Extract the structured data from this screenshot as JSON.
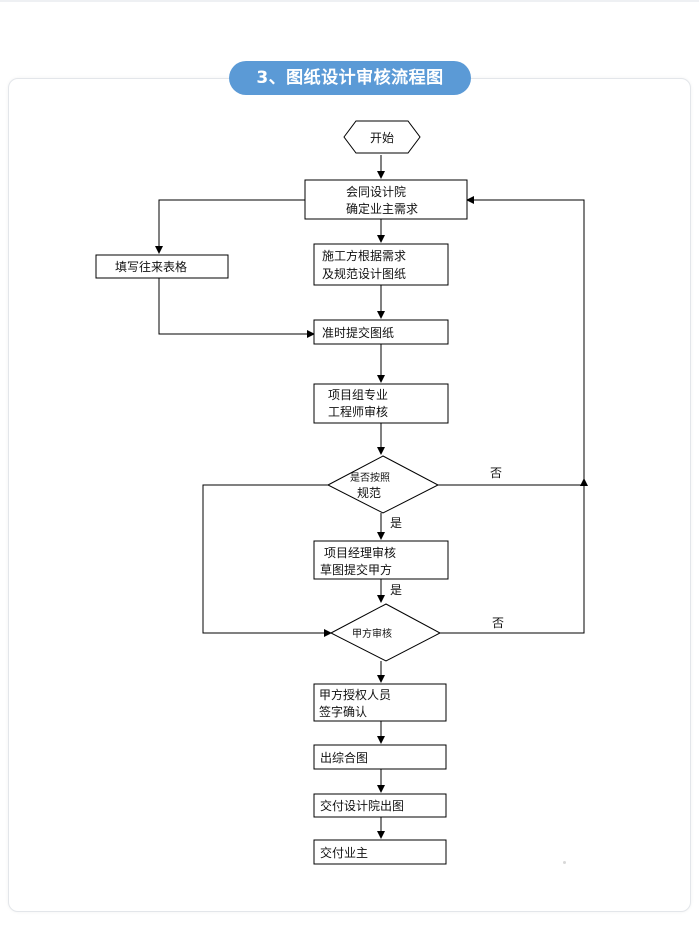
{
  "title": "3、图纸设计审核流程图",
  "flow": {
    "start": "开始",
    "step1": [
      "会同设计院",
      "确定业主需求"
    ],
    "side": "填写往来表格",
    "step2": [
      "施工方根据需求",
      "及规范设计图纸"
    ],
    "step3": "准时提交图纸",
    "step4": [
      "项目组专业",
      "工程师审核"
    ],
    "decision1": [
      "是否按照",
      "规范"
    ],
    "no1": "否",
    "yes1": "是",
    "step5": [
      "项目经理审核",
      "草图提交甲方"
    ],
    "yes2": "是",
    "decision2": "甲方审核",
    "no2": "否",
    "step6": [
      "甲方授权人员",
      "签字确认"
    ],
    "step7": "出综合图",
    "step8": "交付设计院出图",
    "step9": "交付业主"
  }
}
